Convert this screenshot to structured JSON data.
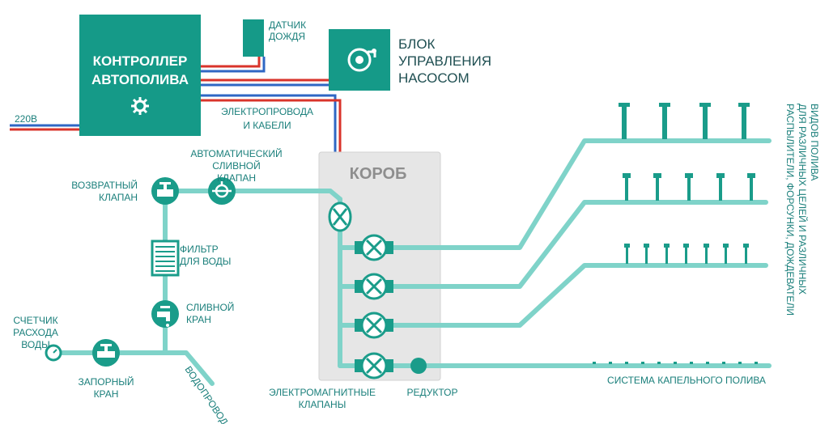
{
  "controller": {
    "title_line1": "КОНТРОЛЛЕР",
    "title_line2": "АВТОПОЛИВА"
  },
  "rain_sensor": {
    "line1": "ДАТЧИК",
    "line2": "ДОЖДЯ"
  },
  "pump_unit": {
    "line1": "БЛОК",
    "line2": "УПРАВЛЕНИЯ",
    "line3": "НАСОСОМ"
  },
  "power": {
    "label": "220В"
  },
  "wires": {
    "line1": "ЭЛЕКТРОПРОВОДА",
    "line2": "И КАБЕЛИ"
  },
  "box": {
    "label": "КОРОБ"
  },
  "auto_drain_valve": {
    "line1": "АВТОМАТИЧЕСКИЙ",
    "line2": "СЛИВНОЙ",
    "line3": "КЛАПАН"
  },
  "return_valve": {
    "line1": "ВОЗВРАТНЫЙ",
    "line2": "КЛАПАН"
  },
  "water_filter": {
    "line1": "ФИЛЬТР",
    "line2": "ДЛЯ ВОДЫ"
  },
  "drain_tap": {
    "line1": "СЛИВНОЙ",
    "line2": "КРАН"
  },
  "water_meter": {
    "line1": "СЧЕТЧИК",
    "line2": "РАСХОДА",
    "line3": "ВОДЫ"
  },
  "shutoff_tap": {
    "line1": "ЗАПОРНЫЙ",
    "line2": "КРАН"
  },
  "water_supply": {
    "label": "ВОДОПРОВОД"
  },
  "solenoid_valves": {
    "line1": "ЭЛЕКТРОМАГНИТНЫЕ",
    "line2": "КЛАПАНЫ"
  },
  "reducer": {
    "label": "РЕДУКТОР"
  },
  "drip_system": {
    "label": "СИСТЕМА КАПЕЛЬНОГО ПОЛИВА"
  },
  "sprinklers": {
    "line1": "РАСПЫЛИТЕЛИ, ФОРСУНКИ, ДОЖДЕВАТЕЛИ",
    "line2": "ДЛЯ РАЗЛИЧНЫХ ЦЕЛЕЙ И РАЗЛИЧНЫХ",
    "line3": "ВИДОВ ПОЛИВА"
  },
  "colors": {
    "teal_dark": "#159a88",
    "pipe": "#7fd3c9",
    "wire_red": "#d9342b",
    "wire_blue": "#2f67c4",
    "box": "#e6e6e6"
  }
}
